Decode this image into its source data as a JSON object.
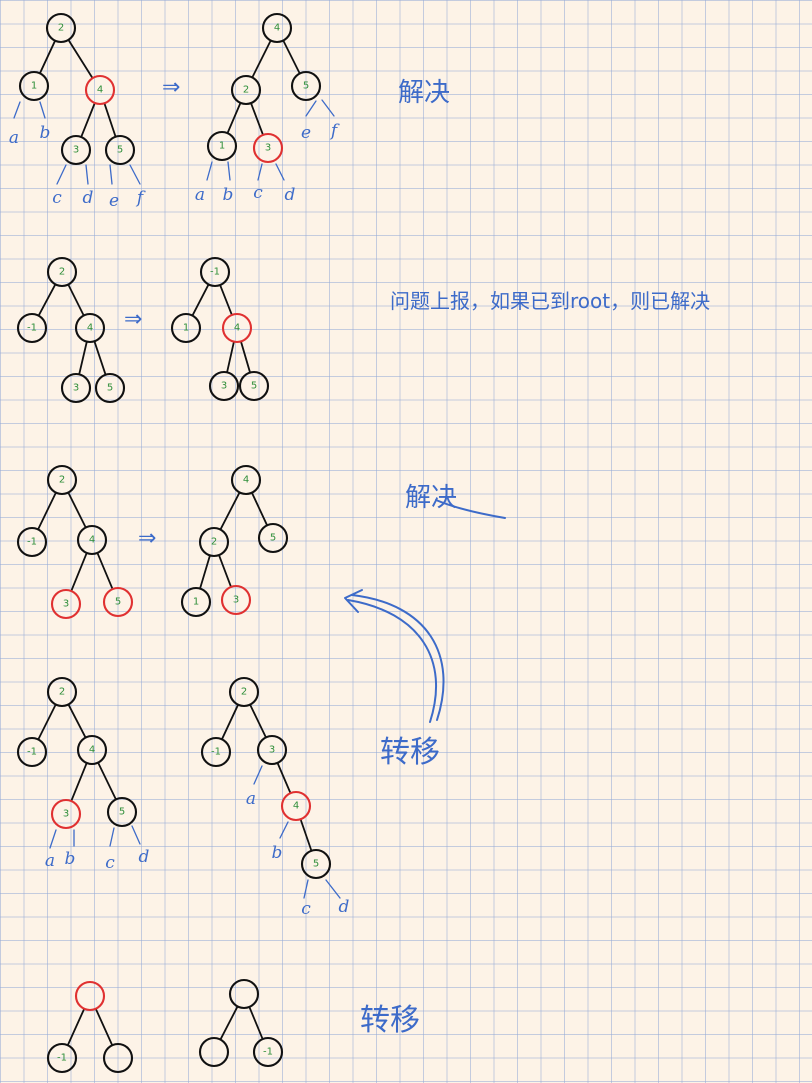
{
  "trees": [
    {
      "id": "r1-left",
      "nodes": [
        {
          "id": "n2",
          "label": "2",
          "color": "black"
        },
        {
          "id": "n1",
          "label": "1",
          "color": "black"
        },
        {
          "id": "n4",
          "label": "4",
          "color": "red"
        },
        {
          "id": "n3",
          "label": "3",
          "color": "black"
        },
        {
          "id": "n5",
          "label": "5",
          "color": "black"
        }
      ],
      "leaves": [
        "a",
        "b",
        "c",
        "d",
        "e",
        "f"
      ]
    },
    {
      "id": "r1-right",
      "nodes": [
        {
          "id": "n4",
          "label": "4",
          "color": "black"
        },
        {
          "id": "n2",
          "label": "2",
          "color": "black"
        },
        {
          "id": "n5",
          "label": "5",
          "color": "black"
        },
        {
          "id": "n1",
          "label": "1",
          "color": "black"
        },
        {
          "id": "n3",
          "label": "3",
          "color": "red"
        }
      ],
      "leaves": [
        "e",
        "f",
        "a",
        "b",
        "c",
        "d"
      ]
    },
    {
      "id": "r2-left",
      "nodes": [
        {
          "id": "n2",
          "label": "2",
          "color": "black"
        },
        {
          "id": "n1",
          "label": "-1",
          "color": "black"
        },
        {
          "id": "n4",
          "label": "4",
          "color": "black"
        },
        {
          "id": "n3",
          "label": "3",
          "color": "black"
        },
        {
          "id": "n5",
          "label": "5",
          "color": "black"
        }
      ]
    },
    {
      "id": "r2-right",
      "nodes": [
        {
          "id": "n2",
          "label": "-1",
          "color": "black"
        },
        {
          "id": "n1",
          "label": "1",
          "color": "black"
        },
        {
          "id": "n4",
          "label": "4",
          "color": "red"
        },
        {
          "id": "n3",
          "label": "3",
          "color": "black"
        },
        {
          "id": "n5",
          "label": "5",
          "color": "black"
        }
      ]
    },
    {
      "id": "r3-left",
      "nodes": [
        {
          "id": "n2",
          "label": "2",
          "color": "black"
        },
        {
          "id": "n1",
          "label": "-1",
          "color": "black"
        },
        {
          "id": "n4",
          "label": "4",
          "color": "black"
        },
        {
          "id": "n3",
          "label": "3",
          "color": "red"
        },
        {
          "id": "n5",
          "label": "5",
          "color": "red"
        }
      ]
    },
    {
      "id": "r3-right",
      "nodes": [
        {
          "id": "n4",
          "label": "4",
          "color": "black"
        },
        {
          "id": "n2",
          "label": "2",
          "color": "black"
        },
        {
          "id": "n5",
          "label": "5",
          "color": "black"
        },
        {
          "id": "n1",
          "label": "1",
          "color": "black"
        },
        {
          "id": "n3",
          "label": "3",
          "color": "red"
        }
      ]
    },
    {
      "id": "r4-left",
      "nodes": [
        {
          "id": "n2",
          "label": "2",
          "color": "black"
        },
        {
          "id": "n1",
          "label": "-1",
          "color": "black"
        },
        {
          "id": "n4",
          "label": "4",
          "color": "black"
        },
        {
          "id": "n3",
          "label": "3",
          "color": "red"
        },
        {
          "id": "n5",
          "label": "5",
          "color": "black"
        }
      ],
      "leaves": [
        "a",
        "b",
        "c",
        "d"
      ]
    },
    {
      "id": "r4-right",
      "nodes": [
        {
          "id": "n2",
          "label": "2",
          "color": "black"
        },
        {
          "id": "n1",
          "label": "-1",
          "color": "black"
        },
        {
          "id": "n3",
          "label": "3",
          "color": "black"
        },
        {
          "id": "n4",
          "label": "4",
          "color": "red"
        },
        {
          "id": "n5",
          "label": "5",
          "color": "black"
        }
      ],
      "leaves": [
        "a",
        "b",
        "c",
        "d"
      ]
    },
    {
      "id": "r5-left",
      "nodes": [
        {
          "id": "n0",
          "label": "",
          "color": "red"
        },
        {
          "id": "n1",
          "label": "-1",
          "color": "black"
        },
        {
          "id": "n2",
          "label": "",
          "color": "black"
        }
      ]
    },
    {
      "id": "r5-right",
      "nodes": [
        {
          "id": "n0",
          "label": "",
          "color": "black"
        },
        {
          "id": "n1",
          "label": "",
          "color": "black"
        },
        {
          "id": "n2",
          "label": "-1",
          "color": "black"
        }
      ]
    }
  ],
  "arrows": [
    "⇒",
    "⇒",
    "⇒"
  ],
  "notes": {
    "note1": "解决",
    "note2": "问题上报，如果已到root，则已解决",
    "note3": "解决",
    "note4": "转移",
    "note5": "转移"
  },
  "colors": {
    "ink": "#111111",
    "red_node": "#e03131",
    "pen_blue": "#3d6bc9",
    "node_label_green": "#2f8f3a"
  }
}
